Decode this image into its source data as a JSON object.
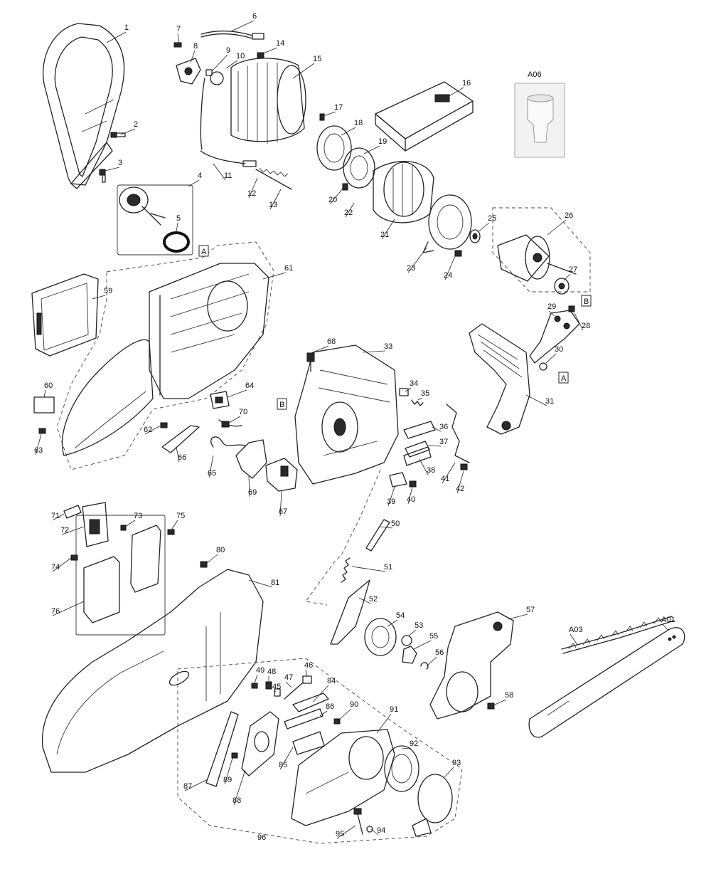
{
  "diagram": {
    "accessory_header": "A06",
    "connector_tags": [
      "A",
      "B",
      "B",
      "A"
    ],
    "part_numbers": [
      "1",
      "2",
      "3",
      "4",
      "5",
      "6",
      "7",
      "8",
      "9",
      "10",
      "11",
      "12",
      "13",
      "14",
      "15",
      "16",
      "17",
      "18",
      "19",
      "20",
      "21",
      "22",
      "23",
      "24",
      "25",
      "26",
      "27",
      "28",
      "29",
      "30",
      "31",
      "33",
      "34",
      "35",
      "36",
      "37",
      "38",
      "39",
      "40",
      "41",
      "42",
      "45",
      "46",
      "47",
      "48",
      "49",
      "50",
      "51",
      "52",
      "53",
      "54",
      "55",
      "56",
      "57",
      "58",
      "59",
      "60",
      "61",
      "62",
      "63",
      "64",
      "65",
      "66",
      "67",
      "68",
      "69",
      "70",
      "71",
      "72",
      "73",
      "74",
      "75",
      "76",
      "80",
      "81",
      "84",
      "85",
      "86",
      "87",
      "88",
      "89",
      "90",
      "91",
      "92",
      "93",
      "94",
      "95",
      "96",
      "A01",
      "A03"
    ]
  }
}
